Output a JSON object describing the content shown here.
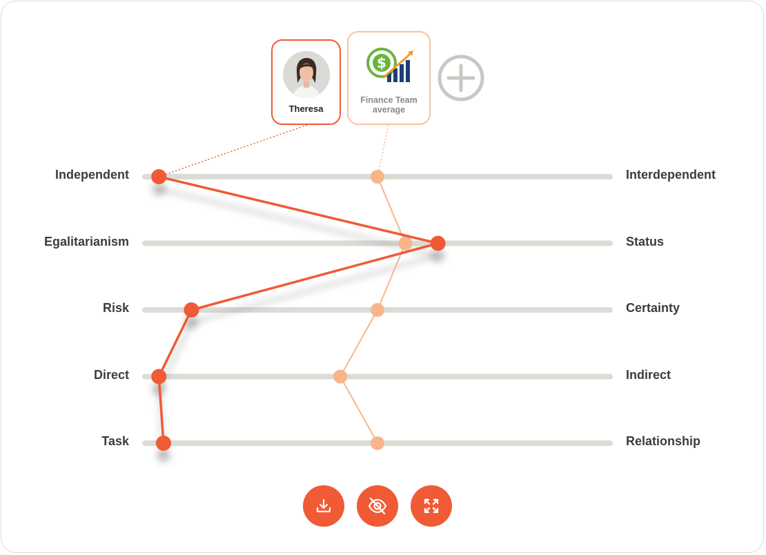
{
  "profiles": [
    {
      "name": "Theresa",
      "color": "#f05a35"
    },
    {
      "name": "Finance Team average",
      "color": "#f9b58a"
    }
  ],
  "icons": {
    "add": "plus-circle-icon",
    "download": "download-icon",
    "hide": "eye-off-icon",
    "fullscreen": "expand-icon",
    "team_logo": "dollar-growth-chart-icon",
    "avatar": "person-portrait-icon"
  },
  "colors": {
    "accent": "#f05a35",
    "secondary": "#f9b58a",
    "track": "#dcdcd6",
    "text": "#3c3c3c"
  },
  "chart_data": {
    "type": "line",
    "orientation": "horizontal-scales",
    "dimensions": [
      {
        "left": "Independent",
        "right": "Interdependent"
      },
      {
        "left": "Egalitarianism",
        "right": "Status"
      },
      {
        "left": "Risk",
        "right": "Certainty"
      },
      {
        "left": "Direct",
        "right": "Indirect"
      },
      {
        "left": "Task",
        "right": "Relationship"
      }
    ],
    "xlim": [
      0,
      1
    ],
    "series": [
      {
        "name": "Theresa",
        "values": [
          0.03,
          0.63,
          0.1,
          0.03,
          0.04
        ]
      },
      {
        "name": "Finance Team average",
        "values": [
          0.5,
          0.56,
          0.5,
          0.42,
          0.5
        ]
      }
    ]
  }
}
